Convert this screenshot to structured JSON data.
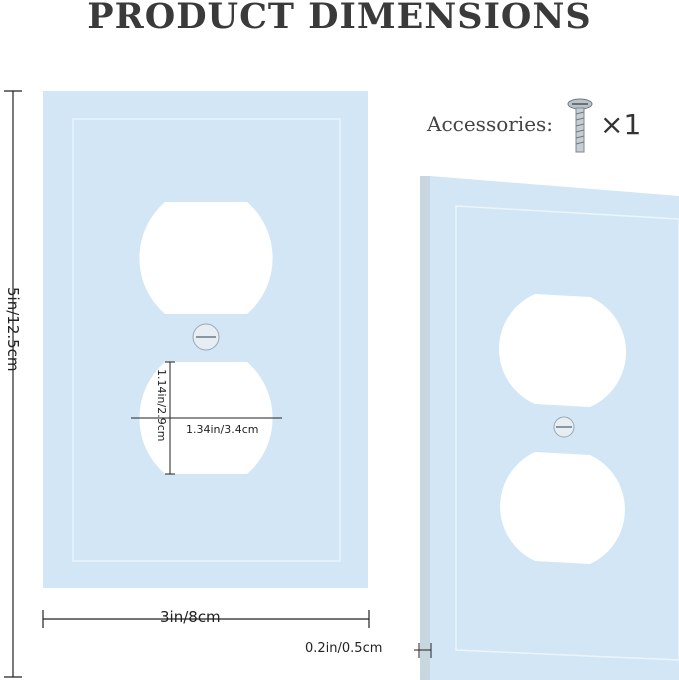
{
  "title": "PRODUCT DIMENSIONS",
  "accessories": {
    "label": "Accessories:",
    "count": "×1",
    "icon": "screw-icon"
  },
  "dimensions": {
    "height": "5in/12.5cm",
    "width": "3in/8cm",
    "thickness": "0.2in/0.5cm",
    "outlet_height": "1.14in/2.9cm",
    "outlet_width": "1.34in/3.4cm"
  },
  "colors": {
    "plate": "#d2e6f5",
    "plate_edge": "#c2d8ea",
    "outlet": "#ffffff",
    "line": "#222222"
  }
}
